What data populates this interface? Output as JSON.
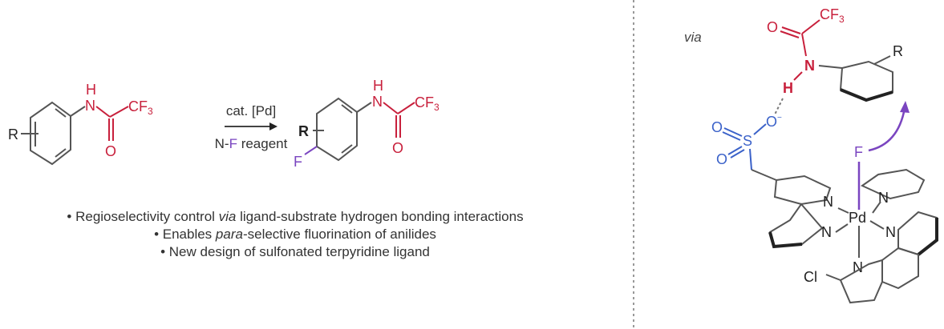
{
  "colors": {
    "amide": "#c8203c",
    "sulfonate": "#3b62c9",
    "fluorine": "#7a45c0",
    "text": "#333333"
  },
  "reaction": {
    "reactant": {
      "R": "R",
      "N": "N",
      "H": "H",
      "O": "O",
      "CF3": "CF",
      "sub3": "3"
    },
    "conditions": {
      "top": "cat. [Pd]",
      "bottom_N": "N-",
      "bottom_F": "F",
      "bottom_rest": " reagent"
    },
    "product": {
      "R": "R",
      "F": "F",
      "N": "N",
      "H": "H",
      "O": "O",
      "CF3": "CF",
      "sub3": "3"
    }
  },
  "bullets": [
    {
      "pre": "• Regioselectivity control ",
      "italic": "via",
      "post": " ligand-substrate hydrogen bonding interactions"
    },
    {
      "pre": "• Enables ",
      "italic": "para",
      "post": "-selective fluorination of anilides"
    },
    {
      "pre": "• New design of sulfonated terpyridine ligand",
      "italic": "",
      "post": ""
    }
  ],
  "intermediate": {
    "via": "via",
    "O1": "O",
    "CF3": "CF",
    "sub3": "3",
    "N": "N",
    "H": "H",
    "R": "R",
    "Ominus": "O",
    "minus": "−",
    "S": "S",
    "O2": "O",
    "O3": "O",
    "F": "F",
    "Pd": "Pd",
    "N1": "N",
    "N2": "N",
    "N3": "N",
    "N4": "N",
    "N5": "N",
    "Cl": "Cl"
  }
}
